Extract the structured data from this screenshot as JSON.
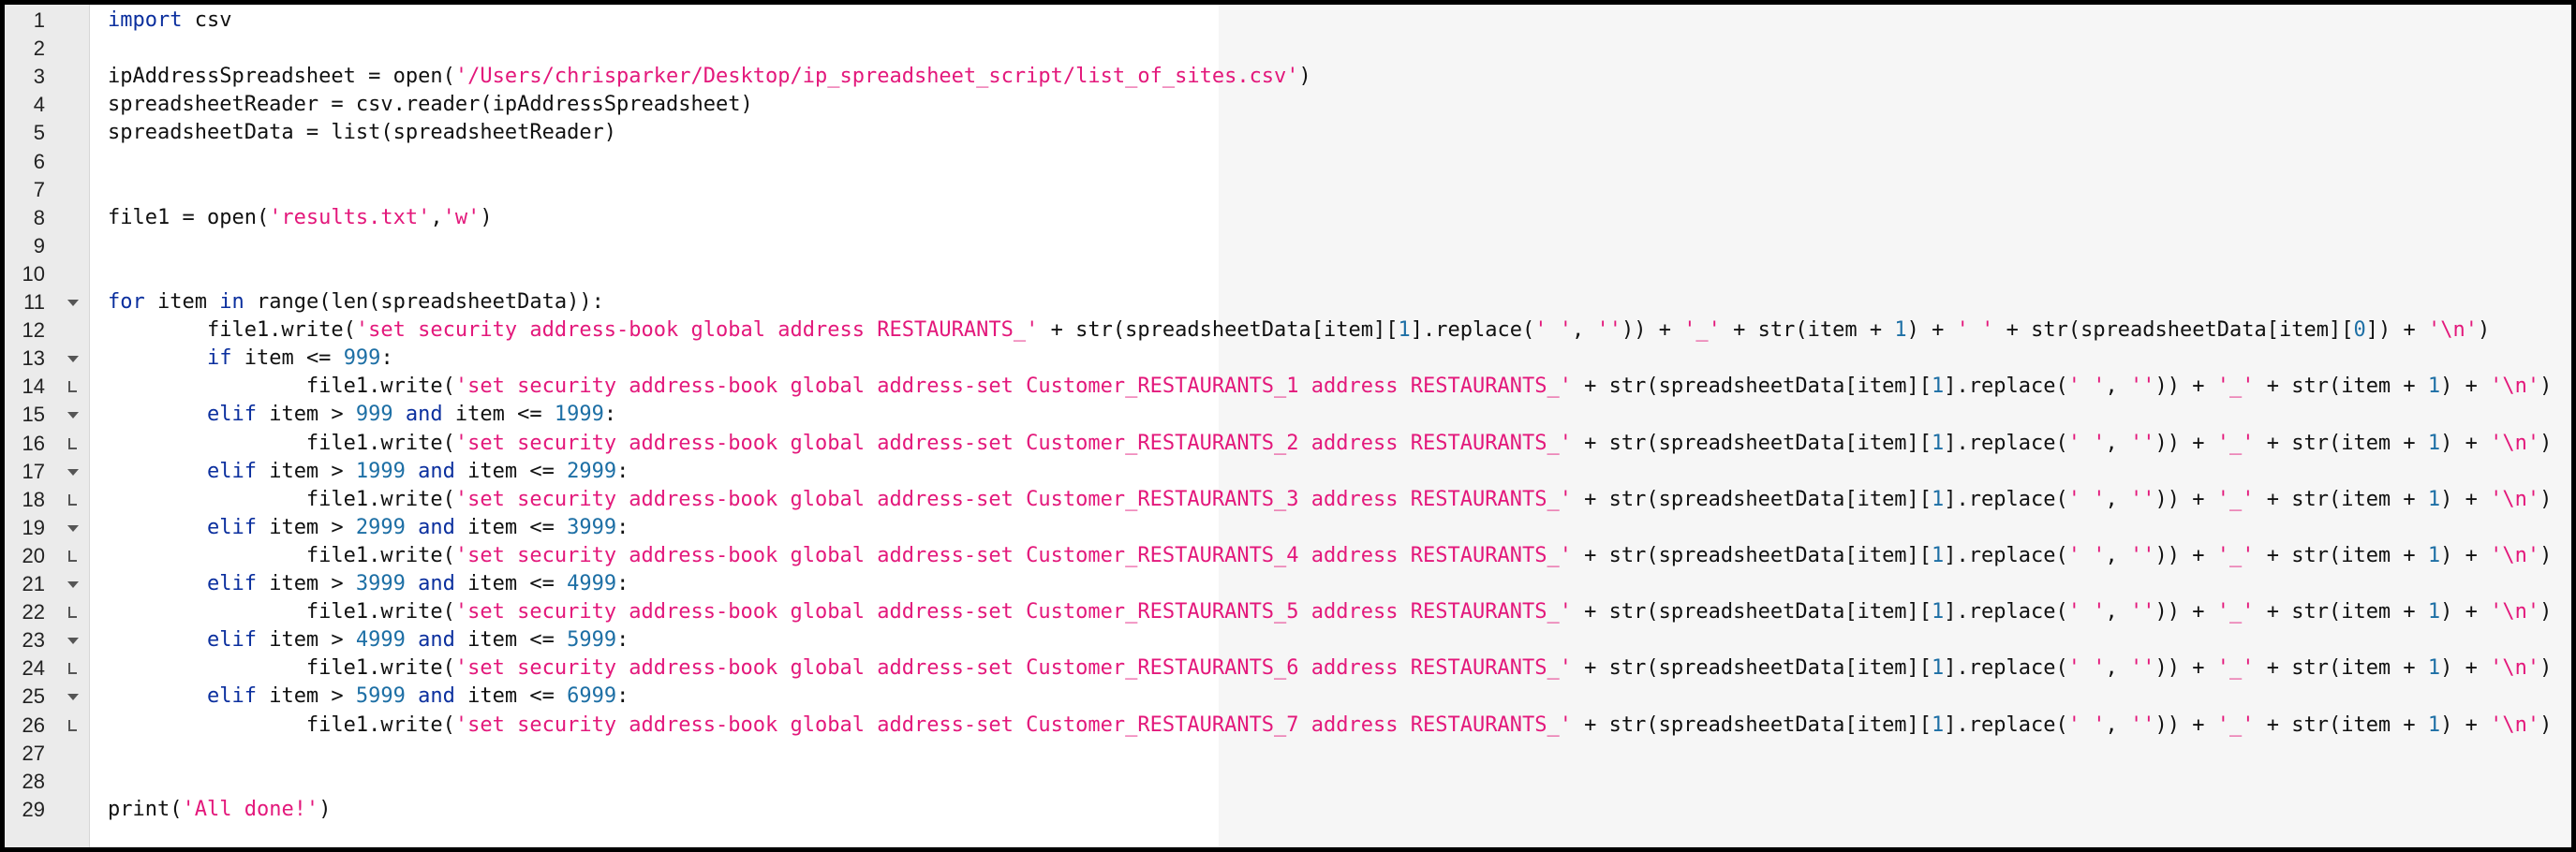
{
  "editor": {
    "lines": [
      {
        "num": "1",
        "fold": "",
        "tokens": [
          {
            "t": "kw",
            "v": "import"
          },
          {
            "t": "plain",
            "v": " csv"
          }
        ]
      },
      {
        "num": "2",
        "fold": "",
        "tokens": []
      },
      {
        "num": "3",
        "fold": "",
        "tokens": [
          {
            "t": "plain",
            "v": "ipAddressSpreadsheet = open("
          },
          {
            "t": "str",
            "v": "'/Users/chrisparker/Desktop/ip_spreadsheet_script/list_of_sites.csv'"
          },
          {
            "t": "plain",
            "v": ")"
          }
        ]
      },
      {
        "num": "4",
        "fold": "",
        "tokens": [
          {
            "t": "plain",
            "v": "spreadsheetReader = csv.reader(ipAddressSpreadsheet)"
          }
        ]
      },
      {
        "num": "5",
        "fold": "",
        "tokens": [
          {
            "t": "plain",
            "v": "spreadsheetData = list(spreadsheetReader)"
          }
        ]
      },
      {
        "num": "6",
        "fold": "",
        "tokens": []
      },
      {
        "num": "7",
        "fold": "",
        "tokens": []
      },
      {
        "num": "8",
        "fold": "",
        "tokens": [
          {
            "t": "plain",
            "v": "file1 = open("
          },
          {
            "t": "str",
            "v": "'results.txt'"
          },
          {
            "t": "plain",
            "v": ","
          },
          {
            "t": "str",
            "v": "'w'"
          },
          {
            "t": "plain",
            "v": ")"
          }
        ]
      },
      {
        "num": "9",
        "fold": "",
        "tokens": []
      },
      {
        "num": "10",
        "fold": "",
        "tokens": []
      },
      {
        "num": "11",
        "fold": "open",
        "tokens": [
          {
            "t": "kw",
            "v": "for"
          },
          {
            "t": "plain",
            "v": " item "
          },
          {
            "t": "kw",
            "v": "in"
          },
          {
            "t": "plain",
            "v": " range(len(spreadsheetData)):"
          }
        ]
      },
      {
        "num": "12",
        "fold": "",
        "tokens": [
          {
            "t": "plain",
            "v": "        file1.write("
          },
          {
            "t": "str",
            "v": "'set security address-book global address RESTAURANTS_'"
          },
          {
            "t": "plain",
            "v": " + str(spreadsheetData[item]["
          },
          {
            "t": "num",
            "v": "1"
          },
          {
            "t": "plain",
            "v": "].replace("
          },
          {
            "t": "str",
            "v": "' '"
          },
          {
            "t": "plain",
            "v": ", "
          },
          {
            "t": "str",
            "v": "''"
          },
          {
            "t": "plain",
            "v": ")) + "
          },
          {
            "t": "str",
            "v": "'_'"
          },
          {
            "t": "plain",
            "v": " + str(item + "
          },
          {
            "t": "num",
            "v": "1"
          },
          {
            "t": "plain",
            "v": ") + "
          },
          {
            "t": "str",
            "v": "' '"
          },
          {
            "t": "plain",
            "v": " + str(spreadsheetData[item]["
          },
          {
            "t": "num",
            "v": "0"
          },
          {
            "t": "plain",
            "v": "]) + "
          },
          {
            "t": "str",
            "v": "'\\n'"
          },
          {
            "t": "plain",
            "v": ")"
          }
        ]
      },
      {
        "num": "13",
        "fold": "open",
        "tokens": [
          {
            "t": "plain",
            "v": "        "
          },
          {
            "t": "kw",
            "v": "if"
          },
          {
            "t": "plain",
            "v": " item <= "
          },
          {
            "t": "num",
            "v": "999"
          },
          {
            "t": "plain",
            "v": ":"
          }
        ]
      },
      {
        "num": "14",
        "fold": "end",
        "tokens": [
          {
            "t": "plain",
            "v": "                file1.write("
          },
          {
            "t": "str",
            "v": "'set security address-book global address-set Customer_RESTAURANTS_1 address RESTAURANTS_'"
          },
          {
            "t": "plain",
            "v": " + str(spreadsheetData[item]["
          },
          {
            "t": "num",
            "v": "1"
          },
          {
            "t": "plain",
            "v": "].replace("
          },
          {
            "t": "str",
            "v": "' '"
          },
          {
            "t": "plain",
            "v": ", "
          },
          {
            "t": "str",
            "v": "''"
          },
          {
            "t": "plain",
            "v": ")) + "
          },
          {
            "t": "str",
            "v": "'_'"
          },
          {
            "t": "plain",
            "v": " + str(item + "
          },
          {
            "t": "num",
            "v": "1"
          },
          {
            "t": "plain",
            "v": ") + "
          },
          {
            "t": "str",
            "v": "'\\n'"
          },
          {
            "t": "plain",
            "v": ")"
          }
        ]
      },
      {
        "num": "15",
        "fold": "open",
        "tokens": [
          {
            "t": "plain",
            "v": "        "
          },
          {
            "t": "kw",
            "v": "elif"
          },
          {
            "t": "plain",
            "v": " item > "
          },
          {
            "t": "num",
            "v": "999"
          },
          {
            "t": "plain",
            "v": " "
          },
          {
            "t": "kw",
            "v": "and"
          },
          {
            "t": "plain",
            "v": " item <= "
          },
          {
            "t": "num",
            "v": "1999"
          },
          {
            "t": "plain",
            "v": ":"
          }
        ]
      },
      {
        "num": "16",
        "fold": "end",
        "tokens": [
          {
            "t": "plain",
            "v": "                file1.write("
          },
          {
            "t": "str",
            "v": "'set security address-book global address-set Customer_RESTAURANTS_2 address RESTAURANTS_'"
          },
          {
            "t": "plain",
            "v": " + str(spreadsheetData[item]["
          },
          {
            "t": "num",
            "v": "1"
          },
          {
            "t": "plain",
            "v": "].replace("
          },
          {
            "t": "str",
            "v": "' '"
          },
          {
            "t": "plain",
            "v": ", "
          },
          {
            "t": "str",
            "v": "''"
          },
          {
            "t": "plain",
            "v": ")) + "
          },
          {
            "t": "str",
            "v": "'_'"
          },
          {
            "t": "plain",
            "v": " + str(item + "
          },
          {
            "t": "num",
            "v": "1"
          },
          {
            "t": "plain",
            "v": ") + "
          },
          {
            "t": "str",
            "v": "'\\n'"
          },
          {
            "t": "plain",
            "v": ")"
          }
        ]
      },
      {
        "num": "17",
        "fold": "open",
        "tokens": [
          {
            "t": "plain",
            "v": "        "
          },
          {
            "t": "kw",
            "v": "elif"
          },
          {
            "t": "plain",
            "v": " item > "
          },
          {
            "t": "num",
            "v": "1999"
          },
          {
            "t": "plain",
            "v": " "
          },
          {
            "t": "kw",
            "v": "and"
          },
          {
            "t": "plain",
            "v": " item <= "
          },
          {
            "t": "num",
            "v": "2999"
          },
          {
            "t": "plain",
            "v": ":"
          }
        ]
      },
      {
        "num": "18",
        "fold": "end",
        "tokens": [
          {
            "t": "plain",
            "v": "                file1.write("
          },
          {
            "t": "str",
            "v": "'set security address-book global address-set Customer_RESTAURANTS_3 address RESTAURANTS_'"
          },
          {
            "t": "plain",
            "v": " + str(spreadsheetData[item]["
          },
          {
            "t": "num",
            "v": "1"
          },
          {
            "t": "plain",
            "v": "].replace("
          },
          {
            "t": "str",
            "v": "' '"
          },
          {
            "t": "plain",
            "v": ", "
          },
          {
            "t": "str",
            "v": "''"
          },
          {
            "t": "plain",
            "v": ")) + "
          },
          {
            "t": "str",
            "v": "'_'"
          },
          {
            "t": "plain",
            "v": " + str(item + "
          },
          {
            "t": "num",
            "v": "1"
          },
          {
            "t": "plain",
            "v": ") + "
          },
          {
            "t": "str",
            "v": "'\\n'"
          },
          {
            "t": "plain",
            "v": ")"
          }
        ]
      },
      {
        "num": "19",
        "fold": "open",
        "tokens": [
          {
            "t": "plain",
            "v": "        "
          },
          {
            "t": "kw",
            "v": "elif"
          },
          {
            "t": "plain",
            "v": " item > "
          },
          {
            "t": "num",
            "v": "2999"
          },
          {
            "t": "plain",
            "v": " "
          },
          {
            "t": "kw",
            "v": "and"
          },
          {
            "t": "plain",
            "v": " item <= "
          },
          {
            "t": "num",
            "v": "3999"
          },
          {
            "t": "plain",
            "v": ":"
          }
        ]
      },
      {
        "num": "20",
        "fold": "end",
        "tokens": [
          {
            "t": "plain",
            "v": "                file1.write("
          },
          {
            "t": "str",
            "v": "'set security address-book global address-set Customer_RESTAURANTS_4 address RESTAURANTS_'"
          },
          {
            "t": "plain",
            "v": " + str(spreadsheetData[item]["
          },
          {
            "t": "num",
            "v": "1"
          },
          {
            "t": "plain",
            "v": "].replace("
          },
          {
            "t": "str",
            "v": "' '"
          },
          {
            "t": "plain",
            "v": ", "
          },
          {
            "t": "str",
            "v": "''"
          },
          {
            "t": "plain",
            "v": ")) + "
          },
          {
            "t": "str",
            "v": "'_'"
          },
          {
            "t": "plain",
            "v": " + str(item + "
          },
          {
            "t": "num",
            "v": "1"
          },
          {
            "t": "plain",
            "v": ") + "
          },
          {
            "t": "str",
            "v": "'\\n'"
          },
          {
            "t": "plain",
            "v": ")"
          }
        ]
      },
      {
        "num": "21",
        "fold": "open",
        "tokens": [
          {
            "t": "plain",
            "v": "        "
          },
          {
            "t": "kw",
            "v": "elif"
          },
          {
            "t": "plain",
            "v": " item > "
          },
          {
            "t": "num",
            "v": "3999"
          },
          {
            "t": "plain",
            "v": " "
          },
          {
            "t": "kw",
            "v": "and"
          },
          {
            "t": "plain",
            "v": " item <= "
          },
          {
            "t": "num",
            "v": "4999"
          },
          {
            "t": "plain",
            "v": ":"
          }
        ]
      },
      {
        "num": "22",
        "fold": "end",
        "tokens": [
          {
            "t": "plain",
            "v": "                file1.write("
          },
          {
            "t": "str",
            "v": "'set security address-book global address-set Customer_RESTAURANTS_5 address RESTAURANTS_'"
          },
          {
            "t": "plain",
            "v": " + str(spreadsheetData[item]["
          },
          {
            "t": "num",
            "v": "1"
          },
          {
            "t": "plain",
            "v": "].replace("
          },
          {
            "t": "str",
            "v": "' '"
          },
          {
            "t": "plain",
            "v": ", "
          },
          {
            "t": "str",
            "v": "''"
          },
          {
            "t": "plain",
            "v": ")) + "
          },
          {
            "t": "str",
            "v": "'_'"
          },
          {
            "t": "plain",
            "v": " + str(item + "
          },
          {
            "t": "num",
            "v": "1"
          },
          {
            "t": "plain",
            "v": ") + "
          },
          {
            "t": "str",
            "v": "'\\n'"
          },
          {
            "t": "plain",
            "v": ")"
          }
        ]
      },
      {
        "num": "23",
        "fold": "open",
        "tokens": [
          {
            "t": "plain",
            "v": "        "
          },
          {
            "t": "kw",
            "v": "elif"
          },
          {
            "t": "plain",
            "v": " item > "
          },
          {
            "t": "num",
            "v": "4999"
          },
          {
            "t": "plain",
            "v": " "
          },
          {
            "t": "kw",
            "v": "and"
          },
          {
            "t": "plain",
            "v": " item <= "
          },
          {
            "t": "num",
            "v": "5999"
          },
          {
            "t": "plain",
            "v": ":"
          }
        ]
      },
      {
        "num": "24",
        "fold": "end",
        "tokens": [
          {
            "t": "plain",
            "v": "                file1.write("
          },
          {
            "t": "str",
            "v": "'set security address-book global address-set Customer_RESTAURANTS_6 address RESTAURANTS_'"
          },
          {
            "t": "plain",
            "v": " + str(spreadsheetData[item]["
          },
          {
            "t": "num",
            "v": "1"
          },
          {
            "t": "plain",
            "v": "].replace("
          },
          {
            "t": "str",
            "v": "' '"
          },
          {
            "t": "plain",
            "v": ", "
          },
          {
            "t": "str",
            "v": "''"
          },
          {
            "t": "plain",
            "v": ")) + "
          },
          {
            "t": "str",
            "v": "'_'"
          },
          {
            "t": "plain",
            "v": " + str(item + "
          },
          {
            "t": "num",
            "v": "1"
          },
          {
            "t": "plain",
            "v": ") + "
          },
          {
            "t": "str",
            "v": "'\\n'"
          },
          {
            "t": "plain",
            "v": ")"
          }
        ]
      },
      {
        "num": "25",
        "fold": "open",
        "tokens": [
          {
            "t": "plain",
            "v": "        "
          },
          {
            "t": "kw",
            "v": "elif"
          },
          {
            "t": "plain",
            "v": " item > "
          },
          {
            "t": "num",
            "v": "5999"
          },
          {
            "t": "plain",
            "v": " "
          },
          {
            "t": "kw",
            "v": "and"
          },
          {
            "t": "plain",
            "v": " item <= "
          },
          {
            "t": "num",
            "v": "6999"
          },
          {
            "t": "plain",
            "v": ":"
          }
        ]
      },
      {
        "num": "26",
        "fold": "end",
        "tokens": [
          {
            "t": "plain",
            "v": "                file1.write("
          },
          {
            "t": "str",
            "v": "'set security address-book global address-set Customer_RESTAURANTS_7 address RESTAURANTS_'"
          },
          {
            "t": "plain",
            "v": " + str(spreadsheetData[item]["
          },
          {
            "t": "num",
            "v": "1"
          },
          {
            "t": "plain",
            "v": "].replace("
          },
          {
            "t": "str",
            "v": "' '"
          },
          {
            "t": "plain",
            "v": ", "
          },
          {
            "t": "str",
            "v": "''"
          },
          {
            "t": "plain",
            "v": ")) + "
          },
          {
            "t": "str",
            "v": "'_'"
          },
          {
            "t": "plain",
            "v": " + str(item + "
          },
          {
            "t": "num",
            "v": "1"
          },
          {
            "t": "plain",
            "v": ") + "
          },
          {
            "t": "str",
            "v": "'\\n'"
          },
          {
            "t": "plain",
            "v": ")"
          }
        ]
      },
      {
        "num": "27",
        "fold": "",
        "tokens": []
      },
      {
        "num": "28",
        "fold": "",
        "tokens": []
      },
      {
        "num": "29",
        "fold": "",
        "tokens": [
          {
            "t": "plain",
            "v": "print("
          },
          {
            "t": "str",
            "v": "'All done!'"
          },
          {
            "t": "plain",
            "v": ")"
          }
        ]
      }
    ]
  },
  "colors": {
    "keyword": "#0b2f9e",
    "string": "#e3187b",
    "number": "#1d6fa5",
    "gutter": "#ebebeb"
  },
  "icons": {
    "fold_open": "chevron-down-icon",
    "fold_end": "fold-end-icon"
  }
}
